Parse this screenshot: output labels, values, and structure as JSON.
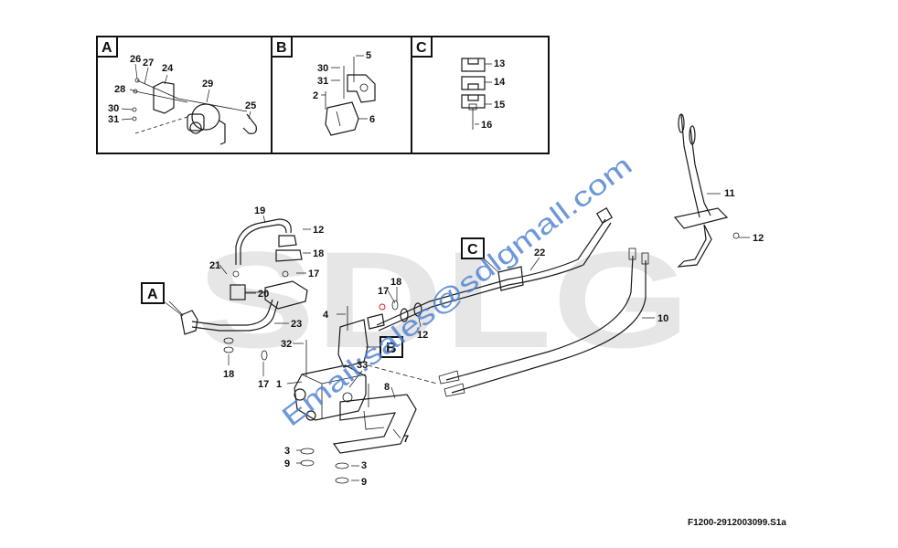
{
  "detail_boxes": [
    {
      "letter": "A",
      "labels": [
        "26",
        "27",
        "24",
        "28",
        "29",
        "30",
        "31",
        "25"
      ]
    },
    {
      "letter": "B",
      "labels": [
        "5",
        "30",
        "31",
        "2",
        "6"
      ]
    },
    {
      "letter": "C",
      "labels": [
        "13",
        "14",
        "15",
        "16"
      ]
    }
  ],
  "callouts": [
    "A",
    "B",
    "C"
  ],
  "part_labels": {
    "p1": "1",
    "p3a": "3",
    "p3b": "3",
    "p4": "4",
    "p7": "7",
    "p8": "8",
    "p9a": "9",
    "p9b": "9",
    "p10": "10",
    "p11": "11",
    "p12a": "12",
    "p12b": "12",
    "p12c": "12",
    "p17a": "17",
    "p17b": "17",
    "p17c": "17",
    "p18a": "18",
    "p18b": "18",
    "p18c": "18",
    "p19": "19",
    "p20": "20",
    "p21": "21",
    "p22": "22",
    "p23": "23",
    "p32": "32",
    "p33": "33"
  },
  "brand_watermark": "SDLG",
  "email_watermark": "Email:sales@sdlgmall.com",
  "figure_code": "F1200-2912003099.S1a",
  "colors": {
    "ink": "#1a1a1a",
    "watermark": "#4a7fd0",
    "brand": "#e6e6e6",
    "highlight": "#d22"
  }
}
